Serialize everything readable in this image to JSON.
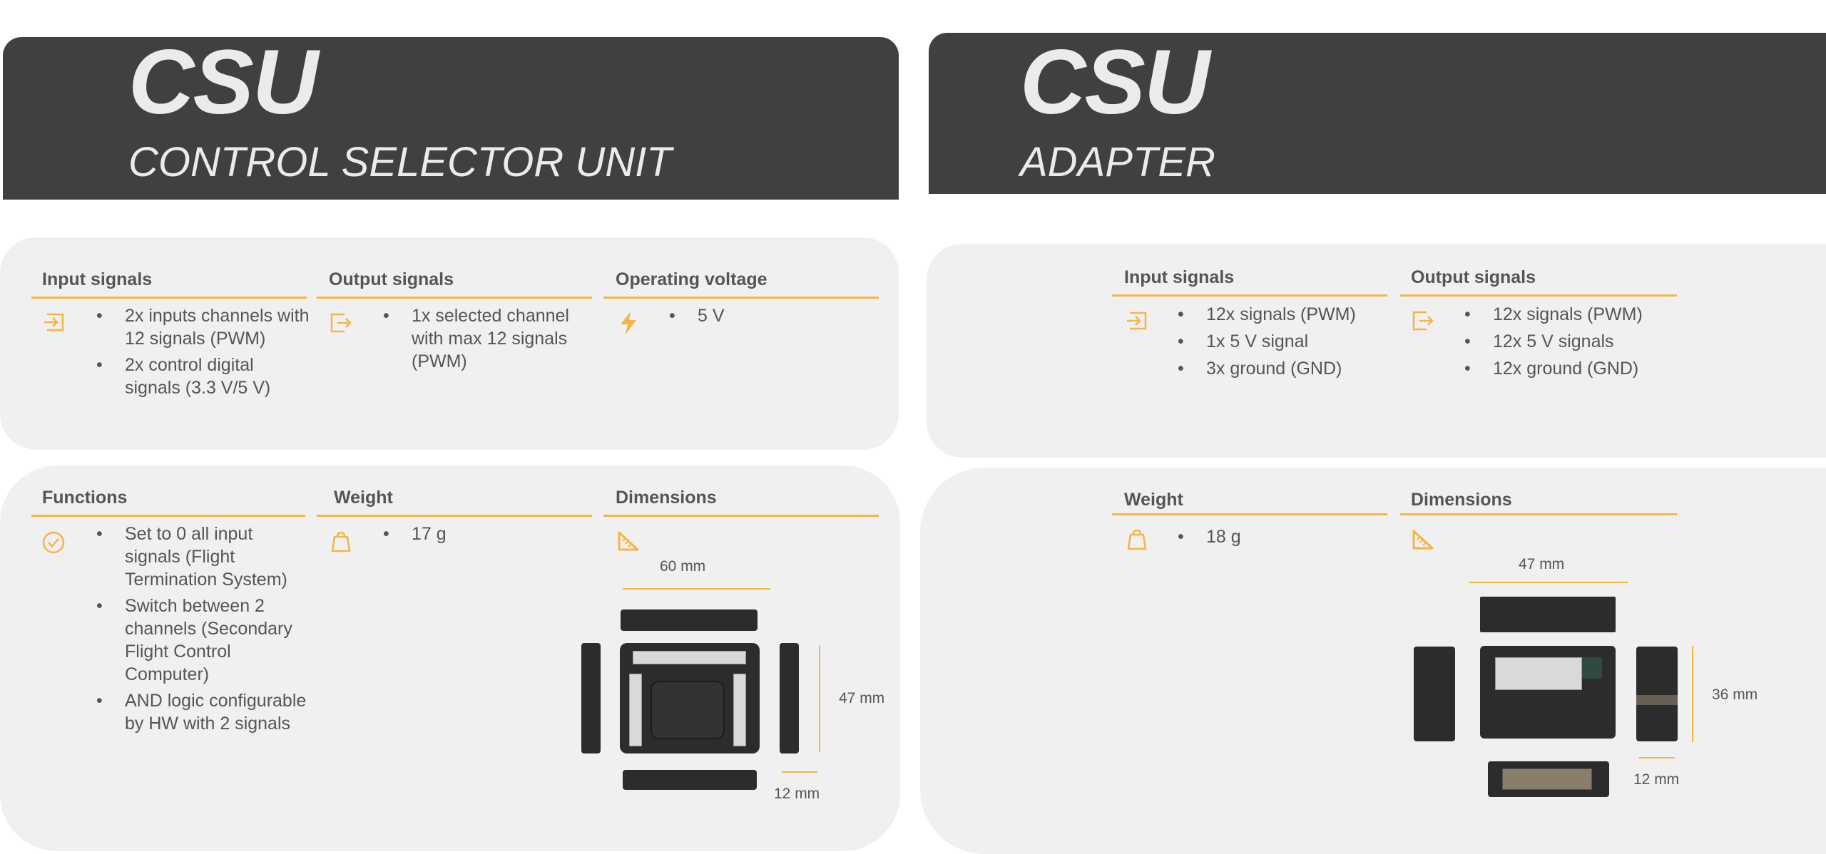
{
  "left": {
    "header": {
      "title": "CSU",
      "subtitle": "CONTROL SELECTOR UNIT"
    },
    "input_signals": {
      "title": "Input signals",
      "items": [
        "2x inputs channels with 12 signals (PWM)",
        "2x control digital signals (3.3 V/5 V)"
      ]
    },
    "output_signals": {
      "title": "Output signals",
      "items": [
        "1x selected channel with max 12 signals (PWM)"
      ]
    },
    "operating_voltage": {
      "title": "Operating voltage",
      "items": [
        "5 V"
      ]
    },
    "functions": {
      "title": "Functions",
      "items": [
        "Set to 0 all input signals (Flight Termination System)",
        "Switch between 2 channels (Secondary Flight Control Computer)",
        "AND logic configurable by HW with 2 signals"
      ]
    },
    "weight": {
      "title": "Weight",
      "items": [
        "17 g"
      ]
    },
    "dimensions": {
      "title": "Dimensions",
      "width": "60  mm",
      "height": "47 mm",
      "depth": "12 mm"
    }
  },
  "right": {
    "header": {
      "title": "CSU",
      "subtitle": "ADAPTER"
    },
    "input_signals": {
      "title": "Input signals",
      "items": [
        "12x signals (PWM)",
        "1x 5 V signal",
        "3x ground (GND)"
      ]
    },
    "output_signals": {
      "title": "Output signals",
      "items": [
        "12x signals (PWM)",
        "12x 5 V signals",
        "12x ground (GND)"
      ]
    },
    "weight": {
      "title": "Weight",
      "items": [
        "18 g"
      ]
    },
    "dimensions": {
      "title": "Dimensions",
      "width": "47  mm",
      "height": "36 mm",
      "depth": "12 mm"
    }
  },
  "colors": {
    "accent": "#f5b448",
    "header_bg": "#404040",
    "panel_bg": "#f0f0f0"
  },
  "icons": [
    "input-icon",
    "output-icon",
    "lightning-icon",
    "check-circle-icon",
    "weight-icon",
    "ruler-triangle-icon"
  ]
}
